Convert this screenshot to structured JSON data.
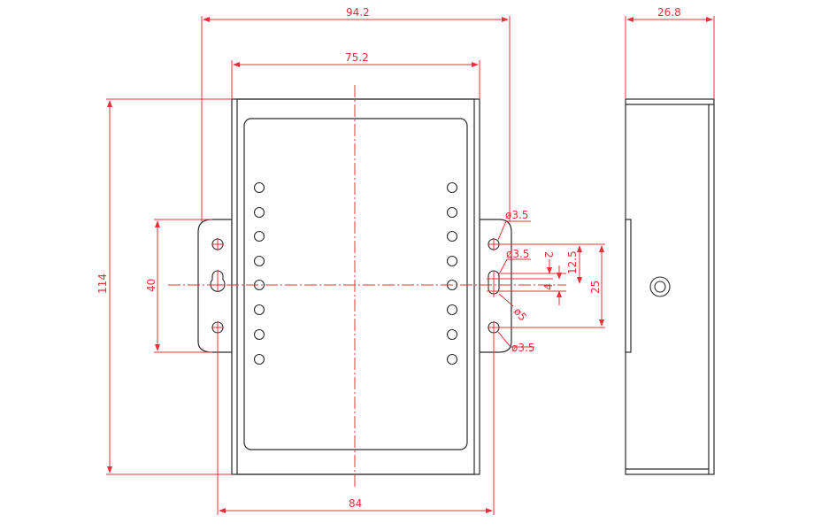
{
  "drawing": {
    "dimensions": {
      "overall_flange_width": "94.2",
      "body_width": "75.2",
      "side_depth": "26.8",
      "overall_height": "114",
      "mount_hole_spacing": "40",
      "mount_center_distance": "84",
      "hole_dia_top": "ø3.5",
      "hole_dia_mid": "ø3.5",
      "hole_dia_bottom": "ø3.5",
      "slot_dia": "ø5",
      "slot_dim_2": "2",
      "slot_dim_12_5": "12.5",
      "slot_dim_4": "4",
      "slot_dim_25": "25"
    },
    "colors": {
      "outline": "#2a2a2a",
      "dimension": "#e8313a",
      "background": "#ffffff"
    },
    "led_rows_per_side": 8
  }
}
